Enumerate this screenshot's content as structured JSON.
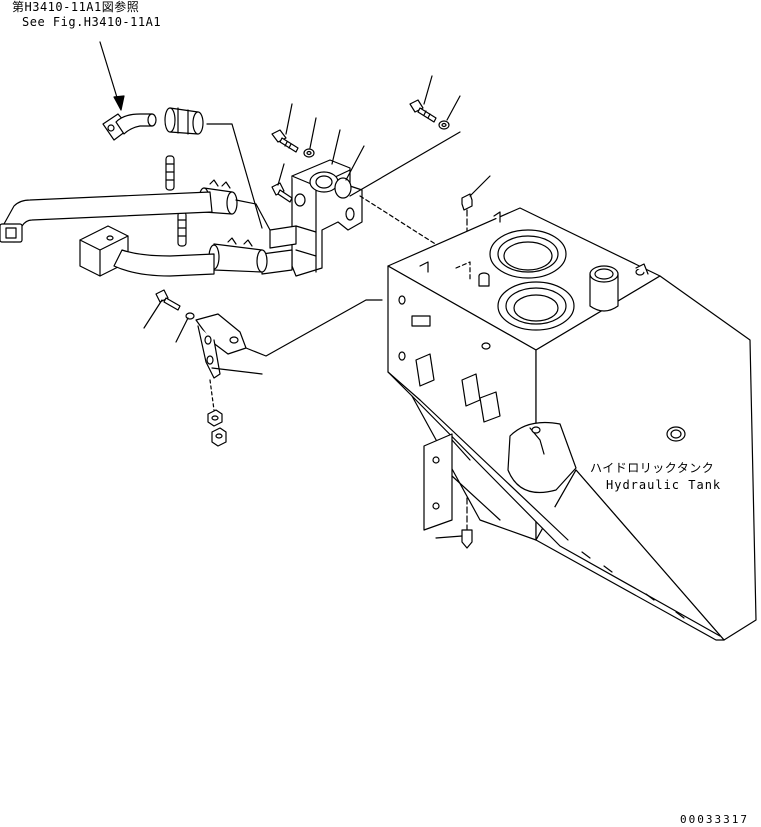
{
  "reference": {
    "japanese": "第H3410-11A1図参照",
    "english": "See Fig.H3410-11A1"
  },
  "tank_label": {
    "japanese": "ハイドロリックタンク",
    "english": "Hydraulic Tank"
  },
  "drawing_number": "00033317",
  "colors": {
    "line": "#000000",
    "background": "#ffffff"
  }
}
